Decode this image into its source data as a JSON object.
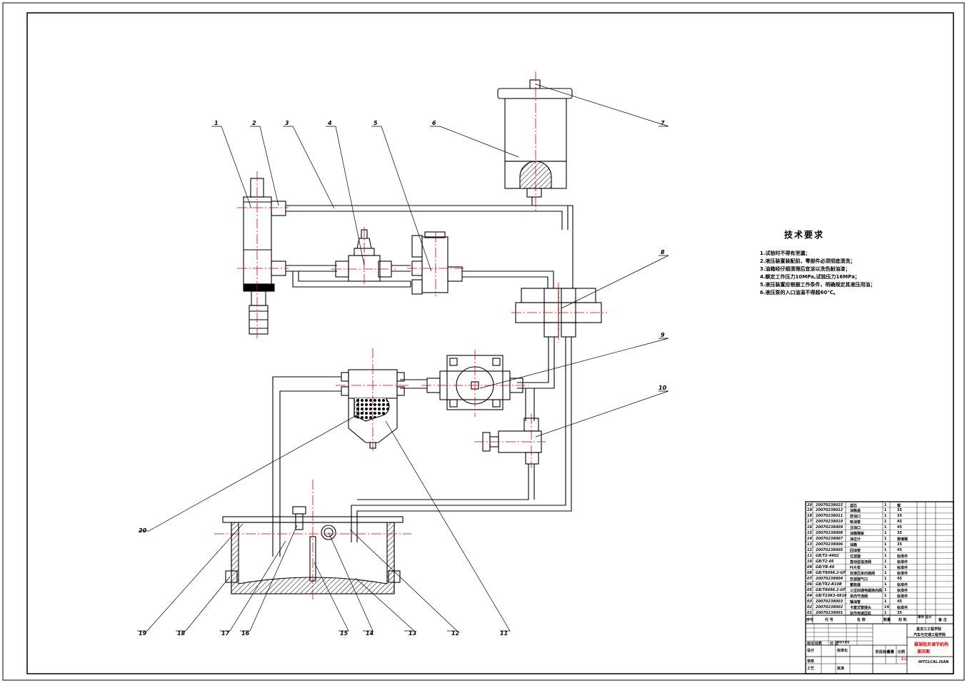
{
  "technical_requirements": {
    "title": "技术要求",
    "items": [
      "1.试验时不得有泄漏；",
      "2.液压装置装配前，零部件必须彻底清洗；",
      "3.油箱经仔细清理后宜涂以洗色耐油漆；",
      "4.额定工作压力10MPa,试验压力16MPa；",
      "5.液压装置应根据工作条件，明确规定其液压用油；",
      "6.液压泵的入口油温不得超60℃。"
    ]
  },
  "callouts": [
    "1",
    "2",
    "3",
    "4",
    "5",
    "6",
    "7",
    "8",
    "9",
    "10",
    "11",
    "12",
    "13",
    "14",
    "15",
    "16",
    "17",
    "18",
    "19",
    "20"
  ],
  "parts_list": [
    {
      "no": "20",
      "code": "20070238015",
      "name": "滤芯",
      "qty": "1",
      "material": "钢",
      "note": ""
    },
    {
      "no": "19",
      "code": "20070238012",
      "name": "油箱盖",
      "qty": "1",
      "material": "35",
      "note": ""
    },
    {
      "no": "18",
      "code": "20070238011",
      "name": "放油口",
      "qty": "1",
      "material": "35",
      "note": ""
    },
    {
      "no": "17",
      "code": "20070238010",
      "name": "吸油管",
      "qty": "1",
      "material": "45",
      "note": ""
    },
    {
      "no": "16",
      "code": "20070238009",
      "name": "注油口",
      "qty": "1",
      "material": "45",
      "note": ""
    },
    {
      "no": "15",
      "code": "20070238008",
      "name": "油箱隔板",
      "qty": "1",
      "material": "35",
      "note": ""
    },
    {
      "no": "14",
      "code": "20070238007",
      "name": "油位计",
      "qty": "1",
      "material": "玻璃钢",
      "note": ""
    },
    {
      "no": "13",
      "code": "20070238006",
      "name": "油箱",
      "qty": "1",
      "material": "35",
      "note": ""
    },
    {
      "no": "12",
      "code": "20070238005",
      "name": "回油管",
      "qty": "1",
      "material": "45",
      "note": ""
    },
    {
      "no": "11",
      "code": "GB/T2-4402",
      "name": "过滤器",
      "qty": "1",
      "material": "标准件",
      "note": ""
    },
    {
      "no": "10",
      "code": "GB/T2-05",
      "name": "直动型溢流阀",
      "qty": "1",
      "material": "标准件",
      "note": ""
    },
    {
      "no": "09",
      "code": "GB/YB-40",
      "name": "叶片泵",
      "qty": "1",
      "material": "标准件",
      "note": ""
    },
    {
      "no": "08",
      "code": "GB/T8098.2-GF",
      "name": "双液压单向锁阀",
      "qty": "1",
      "material": "标准件",
      "note": ""
    },
    {
      "no": "07",
      "code": "20070238004",
      "name": "空滤器气口",
      "qty": "1",
      "material": "45",
      "note": ""
    },
    {
      "no": "06",
      "code": "GB/T82-B10B",
      "name": "蓄能器",
      "qty": "1",
      "material": "标准件",
      "note": ""
    },
    {
      "no": "05",
      "code": "GB/T8098.2-GF",
      "name": "三位四通电磁换向阀",
      "qty": "1",
      "material": "标准件",
      "note": ""
    },
    {
      "no": "04",
      "code": "GB/T10K3-0810",
      "name": "单向节流阀",
      "qty": "1",
      "material": "标准件",
      "note": ""
    },
    {
      "no": "03",
      "code": "20070238003",
      "name": "输油管",
      "qty": "1",
      "material": "45",
      "note": ""
    },
    {
      "no": "02",
      "code": "20070238002",
      "name": "卡套式管接头",
      "qty": "14",
      "material": "标准件",
      "note": ""
    },
    {
      "no": "01",
      "code": "20070238001",
      "name": "双作用液压缸",
      "qty": "1",
      "material": "35",
      "note": ""
    }
  ],
  "parts_header": {
    "no": "序号",
    "code": "代 号",
    "name": "名 称",
    "qty": "数量",
    "material": "材 料",
    "weight": "单件 总计",
    "note": "备 注"
  },
  "title_block": {
    "school": "黑龙江工程学院",
    "dept": "汽车与交通工程学院",
    "drawing_title": "悬架阻尼调节机构",
    "drawing_subtitle": "液压图",
    "scale": "1:2",
    "code": "HITCLCAL.ISAN",
    "row_labels": [
      "标记",
      "处数",
      "分 区",
      "更改文件号",
      "签名",
      "年月日"
    ],
    "design": "设计",
    "standard": "标准化",
    "review": "审核",
    "process": "工艺",
    "approve": "批准",
    "stage": "阶段标记",
    "weight": "重量",
    "ratio": "比例"
  },
  "colors": {
    "line": "#000000",
    "center": "#d00000",
    "highlight": "#d00000"
  }
}
